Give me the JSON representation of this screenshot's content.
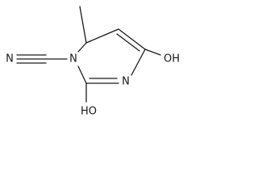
{
  "molecule": {
    "atoms": {
      "n1": "N",
      "n3": "N",
      "nitrile_n": "N",
      "oh4": "OH",
      "oh2": "HO"
    },
    "bond_color": "#1a1a1a",
    "background": "#ffffff"
  }
}
